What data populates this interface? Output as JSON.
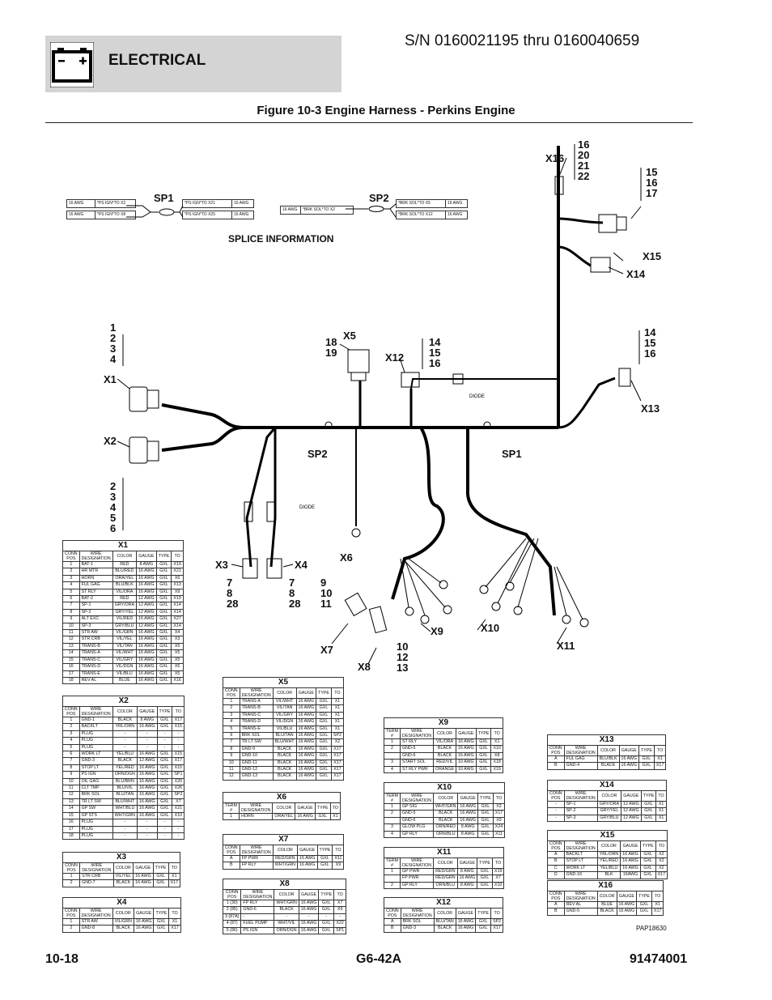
{
  "header": {
    "title": "ELECTRICAL",
    "serial": "S/N 0160021195 thru 0160040659",
    "figure": "Figure 10-3 Engine Harness - Perkins Engine"
  },
  "footer": {
    "page": "10-18",
    "model": "G6-42A",
    "doc": "91474001"
  },
  "ref": "PAP18630",
  "splice": {
    "title": "SPLICE INFORMATION",
    "sp1": {
      "label": "SP1",
      "left": [
        [
          "16 AWG",
          "*PS IGN*TO X2"
        ],
        [
          "16 AWG",
          "*PS IGN*TO X8"
        ]
      ],
      "right": [
        [
          "*PS IGN*TO X21",
          "16 AWG"
        ],
        [
          "*PS IGN*TO X25",
          "16 AWG"
        ]
      ]
    },
    "sp2": {
      "label": "SP2",
      "left": [
        [
          "16 AWG",
          "*BRK SOL*TO X2"
        ]
      ],
      "right": [
        [
          "*BRK SOL*TO X5",
          "16 AWG"
        ],
        [
          "*BRK SOL*TO X12",
          "16 AWG"
        ]
      ]
    }
  },
  "diagram": {
    "x1": "X1",
    "x2": "X2",
    "x3": "X3",
    "x4": "X4",
    "x5": "X5",
    "x6": "X6",
    "x7": "X7",
    "x8": "X8",
    "x9": "X9",
    "x10": "X10",
    "x11": "X11",
    "x12": "X12",
    "x13": "X13",
    "x14": "X14",
    "x15": "X15",
    "x16": "X16",
    "sp1": "SP1",
    "sp2": "SP2",
    "diode1": "DIODE",
    "diode2": "DIODE",
    "n_x1": [
      "1",
      "2",
      "3",
      "4"
    ],
    "n_x2": [
      "2",
      "3",
      "4",
      "5",
      "6"
    ],
    "n_x3": [
      "7",
      "8",
      "28"
    ],
    "n_x4": [
      "7",
      "8",
      "28"
    ],
    "n_x5": [
      "18",
      "19"
    ],
    "n_x12": [
      "14",
      "15",
      "16"
    ],
    "n_x13": [
      "14",
      "15",
      "16"
    ],
    "n_x16": [
      "16",
      "20",
      "21",
      "22"
    ],
    "n_x15": [
      "15",
      "16",
      "17"
    ],
    "n_x7": [
      "9",
      "10",
      "11"
    ],
    "n_x8": [
      "10",
      "12",
      "13"
    ]
  },
  "tables": {
    "X1": {
      "caption": "X1",
      "head": [
        "CONN POS",
        "WIRE DESIGNATION",
        "COLOR",
        "GAUGE",
        "TYPE",
        "TO"
      ],
      "rows": [
        [
          "1",
          "BAT-1",
          "RED",
          "8 AWG",
          "GXL",
          "X19"
        ],
        [
          "2",
          "HR MTR",
          "BLU/RED",
          "16 AWG",
          "GXL",
          "X21"
        ],
        [
          "3",
          "HORN",
          "ORA/YEL",
          "16 AWG",
          "GXL",
          "X6"
        ],
        [
          "4",
          "FUL GAG",
          "BLU/BLK",
          "16 AWG",
          "GXL",
          "X13"
        ],
        [
          "5",
          "ST RLY",
          "VIL/ORA",
          "16 AWG",
          "GXL",
          "X9"
        ],
        [
          "6",
          "BAT-2",
          "RED",
          "12 AWG",
          "GXL",
          "X19"
        ],
        [
          "7",
          "SP-1",
          "GRY/ORA",
          "12 AWG",
          "GXL",
          "X14"
        ],
        [
          "8",
          "SP-2",
          "GRY/YEL",
          "12 AWG",
          "GXL",
          "X14"
        ],
        [
          "9",
          "ALT EXC",
          "VIL/RED",
          "16 AWG",
          "GXL",
          "X27"
        ],
        [
          "10",
          "SP-3",
          "GRY/BLU",
          "12 AWG",
          "GXL",
          "X14"
        ],
        [
          "11",
          "STR AW",
          "VIL/GRN",
          "16 AWG",
          "GXL",
          "X4"
        ],
        [
          "12",
          "STR CRB",
          "VIL/YEL",
          "16 AWG",
          "GXL",
          "X3"
        ],
        [
          "13",
          "TRANS-B",
          "VIL/TAN",
          "16 AWG",
          "GXL",
          "X5"
        ],
        [
          "14",
          "TRANS-A",
          "VIL/WHT",
          "16 AWG",
          "GXL",
          "X5"
        ],
        [
          "15",
          "TRANS-C",
          "VIL/GRY",
          "16 AWG",
          "GXL",
          "X5"
        ],
        [
          "16",
          "TRANS-D",
          "VIL/DGN",
          "16 AWG",
          "GXL",
          "X5"
        ],
        [
          "17",
          "TRANS-E",
          "VIL/BLU",
          "16 AWG",
          "GXL",
          "X5"
        ],
        [
          "18",
          "REV AL",
          "BLUE",
          "16 AWG",
          "GXL",
          "X16"
        ]
      ]
    },
    "X2": {
      "caption": "X2",
      "head": [
        "CONN POS",
        "WIRE DESIGNATION",
        "COLOR",
        "GAUGE",
        "TYPE",
        "TO"
      ],
      "rows": [
        [
          "1",
          "GND-1",
          "BLACK",
          "8 AWG",
          "GXL",
          "X17"
        ],
        [
          "2",
          "BACKLT",
          "YRL/ORN",
          "16 AWG",
          "GXL",
          "X15"
        ],
        [
          "3",
          "PLUG",
          "-",
          "-",
          "-",
          "-"
        ],
        [
          "4",
          "PLUG",
          "-",
          "-",
          "-",
          "-"
        ],
        [
          "5",
          "PLUG",
          "-",
          "-",
          "-",
          "-"
        ],
        [
          "6",
          "WORK LT",
          "YEL/BLU",
          "16 AWG",
          "GXL",
          "X15"
        ],
        [
          "7",
          "GND-3",
          "BLACK",
          "12 AWG",
          "GXL",
          "X17"
        ],
        [
          "8",
          "STOP LT",
          "YEL/RED",
          "16 AWG",
          "GXL",
          "X15"
        ],
        [
          "9",
          "PS IGN",
          "ORN/DGN",
          "16 AWG",
          "GXL",
          "SP1"
        ],
        [
          "10",
          "OIL GAG",
          "BLU/BRN",
          "16 AWG",
          "GXL",
          "X20"
        ],
        [
          "11",
          "CLT TMP",
          "BLU/VIL",
          "16 AWG",
          "GXL",
          "X26"
        ],
        [
          "12",
          "BRK SOL",
          "BLU/TAN",
          "16 AWG",
          "GXL",
          "SP2"
        ],
        [
          "13",
          "TR LT SW",
          "BLU/WHT",
          "16 AWG",
          "GXL",
          "X7"
        ],
        [
          "14",
          "GP SW",
          "WHT/BLU",
          "16 AWG",
          "GXL",
          "X21"
        ],
        [
          "15",
          "GP STS",
          "WHT/GRN",
          "16 AWG",
          "GXL",
          "X10"
        ],
        [
          "16",
          "PLUG",
          "-",
          "-",
          "-",
          "-"
        ],
        [
          "17",
          "PLUG",
          "-",
          "-",
          "-",
          "-"
        ],
        [
          "18",
          "PLUG",
          "-",
          "-",
          "-",
          "-"
        ]
      ]
    },
    "X3": {
      "caption": "X3",
      "head": [
        "CONN POS",
        "WIRE DESIGNATION",
        "COLOR",
        "GAUGE",
        "TYPE",
        "TO"
      ],
      "rows": [
        [
          "1",
          "STR CRB",
          "VIL/YEL",
          "16 AWG",
          "GXL",
          "X1"
        ],
        [
          "2",
          "GND-7",
          "BLACK",
          "16 AWG",
          "GXL",
          "X17"
        ]
      ]
    },
    "X4": {
      "caption": "X4",
      "head": [
        "CONN POS",
        "WIRE DESIGNATION",
        "COLOR",
        "GAUGE",
        "TYPE",
        "TO"
      ],
      "rows": [
        [
          "1",
          "STR AW",
          "VIL/GRN",
          "16 AWG",
          "GXL",
          "X1"
        ],
        [
          "2",
          "GND-8",
          "BLACK",
          "16 AWG",
          "GXL",
          "X17"
        ]
      ]
    },
    "X5": {
      "caption": "X5",
      "head": [
        "CONN POS",
        "WIRE DESIGNATION",
        "COLOR",
        "GAUGE",
        "TYPE",
        "TO"
      ],
      "rows": [
        [
          "1",
          "TRANS-A",
          "VIL/WHT",
          "16 AWG",
          "GXL",
          "X1"
        ],
        [
          "2",
          "TRANS-B",
          "VIL/TAN",
          "16 AWG",
          "GXL",
          "X1"
        ],
        [
          "3",
          "TRANS-C",
          "VIL/GRY",
          "16 AWG",
          "GXL",
          "X1"
        ],
        [
          "4",
          "TRANS-D",
          "VIL/DGN",
          "16 AWG",
          "GXL",
          "X1"
        ],
        [
          "5",
          "TRANS-E",
          "VIL/BLU",
          "16 AWG",
          "GXL",
          "X1"
        ],
        [
          "6",
          "BRK SOL",
          "BLU/TAN",
          "16 AWG",
          "GXL",
          "SP2"
        ],
        [
          "7",
          "TR LT SW",
          "BLU/WHT",
          "16 AWG",
          "GXL",
          "X2"
        ],
        [
          "8",
          "GND-9",
          "BLACK",
          "16 AWG",
          "GXL",
          "X17"
        ],
        [
          "9",
          "GND-10",
          "BLACK",
          "16 AWG",
          "GXL",
          "X17"
        ],
        [
          "10",
          "GND-11",
          "BLACK",
          "16 AWG",
          "GXL",
          "X17"
        ],
        [
          "11",
          "GND-12",
          "BLACK",
          "16 AWG",
          "GXL",
          "X17"
        ],
        [
          "12",
          "GND-13",
          "BLACK",
          "16 AWG",
          "GXL",
          "X17"
        ]
      ]
    },
    "X6": {
      "caption": "X6",
      "head": [
        "TERM #",
        "WIRE DESIGNATION",
        "COLOR",
        "GAUGE",
        "TYPE",
        "TO"
      ],
      "rows": [
        [
          "1",
          "HORN",
          "ORA/YEL",
          "16 AWG",
          "GXL",
          "X1"
        ]
      ]
    },
    "X7": {
      "caption": "X7",
      "head": [
        "CONN POS",
        "WIRE DESIGNATION",
        "COLOR",
        "GAUGE",
        "TYPE",
        "TO"
      ],
      "rows": [
        [
          "A",
          "FP PWR",
          "RED/GRN",
          "16 AWG",
          "GXL",
          "X11"
        ],
        [
          "B",
          "FP RLY",
          "WHT/GRN",
          "16 AWG",
          "GXL",
          "X9"
        ]
      ]
    },
    "X8": {
      "caption": "X8",
      "head": [
        "CONN POS",
        "WIRE DESIGNATION",
        "COLOR",
        "GAUGE",
        "TYPE",
        "TO"
      ],
      "rows": [
        [
          "1 (30)",
          "FP RLY",
          "WHT/GRN",
          "16 AWG",
          "GXL",
          "X7"
        ],
        [
          "2 (85)",
          "GND-6",
          "BLACK",
          "16 AWG",
          "GXL",
          "X9"
        ],
        [
          "3 (87A)",
          "-",
          "-",
          "-",
          "-",
          "-"
        ],
        [
          "4 (87)",
          "FUEL PUMP",
          "WHT/VIL",
          "16 AWG",
          "GXL",
          "X22"
        ],
        [
          "5 (86)",
          "PS IGN",
          "ORN/DGN",
          "16 AWG",
          "GXL",
          "SP1"
        ]
      ]
    },
    "X9": {
      "caption": "X9",
      "head": [
        "TERM #",
        "WIRE DESIGNATION",
        "COLOR",
        "GAUGE",
        "TYPE",
        "TO"
      ],
      "rows": [
        [
          "1",
          "ST RLY",
          "VIL/ORA",
          "16 AWG",
          "GXL",
          "X1"
        ],
        [
          "2",
          "GND-5",
          "BLACK",
          "16 AWG",
          "GXL",
          "X10"
        ],
        [
          "",
          "GND-6",
          "BLACK",
          "16 AWG",
          "GXL",
          "X8"
        ],
        [
          "3",
          "START SOL",
          "RED/VIL",
          "10 AWG",
          "GXL",
          "X18"
        ],
        [
          "4",
          "ST RLY PWR",
          "ORANGE",
          "10 AWG",
          "GXL",
          "X19"
        ]
      ]
    },
    "X10": {
      "caption": "X10",
      "head": [
        "TERM #",
        "WIRE DESIGNATION",
        "COLOR",
        "GAUGE",
        "TYPE",
        "TO"
      ],
      "rows": [
        [
          "1",
          "GP SIG",
          "WHT/GRN",
          "16 AWG",
          "GXL",
          "X2"
        ],
        [
          "2",
          "GND-5",
          "BLACK",
          "16 AWG",
          "GXL",
          "X17"
        ],
        [
          "",
          "GND-6",
          "BLACK",
          "16 AWG",
          "GXL",
          "X9"
        ],
        [
          "3",
          "GLOW PLG",
          "ORN/RED",
          "8 AWG",
          "GXL",
          "X24"
        ],
        [
          "4",
          "GP RLY",
          "ORN/BLU",
          "8 AWG",
          "GXL",
          "X11"
        ]
      ]
    },
    "X11": {
      "caption": "X11",
      "head": [
        "TERM #",
        "WIRE DESIGNATION",
        "COLOR",
        "GAUGE",
        "TYPE",
        "TO"
      ],
      "rows": [
        [
          "1",
          "GP PWR",
          "RED/GRN",
          "8 AWG",
          "GXL",
          "X19"
        ],
        [
          "",
          "FP PWR",
          "RED/GRN",
          "16 AWG",
          "GXL",
          "X7"
        ],
        [
          "2",
          "GP RLY",
          "ORN/BLU",
          "8 AWG",
          "GXL",
          "X10"
        ]
      ]
    },
    "X12": {
      "caption": "X12",
      "head": [
        "CONN POS",
        "WIRE DESIGNATION",
        "COLOR",
        "GAUGE",
        "TYPE",
        "TO"
      ],
      "rows": [
        [
          "A",
          "BRK SOL",
          "BLU/TAN",
          "16 AWG",
          "GXL",
          "SP2"
        ],
        [
          "B",
          "GND-3",
          "BLACK",
          "16 AWG",
          "GXL",
          "X17"
        ]
      ]
    },
    "X13": {
      "caption": "X13",
      "head": [
        "CONN POS",
        "WIRE DESIGNATION",
        "COLOR",
        "GAUGE",
        "TYPE",
        "TO"
      ],
      "rows": [
        [
          "A",
          "FUL GAG",
          "BLU/BLK",
          "16 AWG",
          "GXL",
          "X1"
        ],
        [
          "B",
          "GND-4",
          "BLACK",
          "16 AWG",
          "GXL",
          "X17"
        ]
      ]
    },
    "X14": {
      "caption": "X14",
      "head": [
        "CONN POS",
        "WIRE DESIGNATION",
        "COLOR",
        "GAUGE",
        "TYPE",
        "TO"
      ],
      "rows": [
        [
          "-",
          "SP-1",
          "GRY/ORA",
          "12 AWG",
          "GXL",
          "X1"
        ],
        [
          "-",
          "SP-2",
          "GRY/YEL",
          "12 AWG",
          "GXL",
          "X1"
        ],
        [
          "-",
          "SP-3",
          "GRY/BLU",
          "12 AWG",
          "GXL",
          "X1"
        ]
      ]
    },
    "X15": {
      "caption": "X15",
      "head": [
        "CONN POS",
        "WIRE DESIGNATION",
        "COLOR",
        "GAUGE",
        "TYPE",
        "TO"
      ],
      "rows": [
        [
          "A",
          "BACKLT",
          "YRL/ORN",
          "16 AWG",
          "GXL",
          "X2"
        ],
        [
          "B",
          "STOP LT",
          "YEL/RED",
          "16 AWG",
          "GXL",
          "X2"
        ],
        [
          "C",
          "WORK LT",
          "YEL/BLU",
          "16 AWG",
          "GXL",
          "X2"
        ],
        [
          "D",
          "GND-16",
          "BLK",
          "16AWG",
          "GXL",
          "X17"
        ]
      ]
    },
    "X16": {
      "caption": "X16",
      "head": [
        "CONN POS",
        "WIRE DESIGNATION",
        "COLOR",
        "GAUGE",
        "TYPE",
        "TO"
      ],
      "rows": [
        [
          "A",
          "REV AL",
          "BLUE",
          "16 AWG",
          "GXL",
          "X1"
        ],
        [
          "B",
          "GND-5",
          "BLACK",
          "16 AWG",
          "GXL",
          "X17"
        ]
      ]
    }
  }
}
